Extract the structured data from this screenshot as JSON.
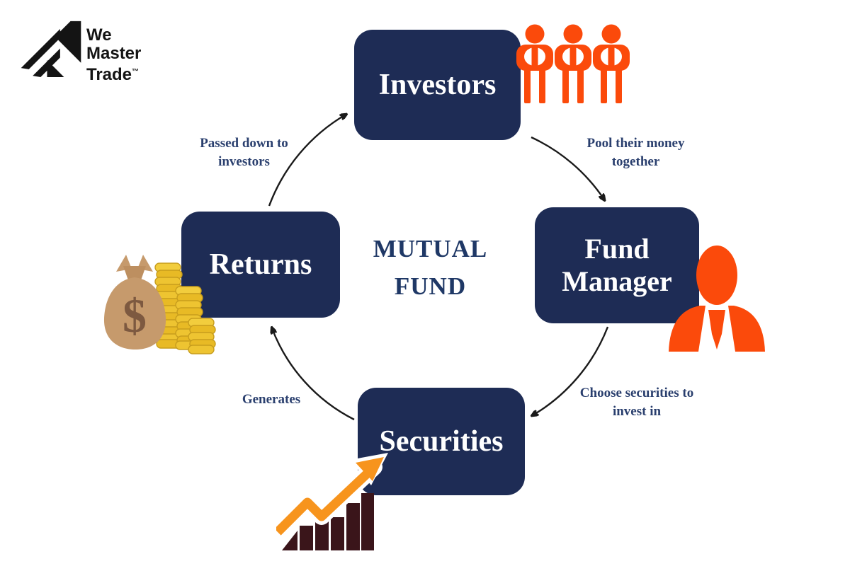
{
  "brand": {
    "name_line1": "We",
    "name_line2": "Master",
    "name_line3": "Trade",
    "trademark": "™"
  },
  "title": {
    "line1": "MUTUAL",
    "line2": "FUND"
  },
  "nodes": {
    "investors": {
      "label": "Investors"
    },
    "fund_manager": {
      "line1": "Fund",
      "line2": "Manager"
    },
    "securities": {
      "label": "Securities"
    },
    "returns": {
      "label": "Returns"
    }
  },
  "edge_labels": {
    "investors_to_fund_manager": {
      "line1": "Pool their money",
      "line2": "together"
    },
    "fund_manager_to_securities": {
      "line1": "Choose securities to",
      "line2": "invest in"
    },
    "securities_to_returns": {
      "label": "Generates"
    },
    "returns_to_investors": {
      "line1": "Passed down to",
      "line2": "investors"
    }
  },
  "icons": {
    "investors_group": "three-people-icon",
    "fund_manager": "businessman-with-tie-icon",
    "securities": "rising-bar-chart-with-arrow-icon",
    "returns": "money-bag-and-coin-stacks-icon",
    "money_bag_symbol": "$"
  },
  "colors": {
    "node_fill": "#1e2c55",
    "node_text": "#ffffff",
    "label_text": "#2a3f6e",
    "title_text": "#1f3866",
    "people_orange": "#fb4a0b",
    "arrow_amber": "#f7941d",
    "bars_maroon": "#3a151a",
    "coin_gold": "#eec431",
    "bag_tan": "#c69a6c",
    "arc_stroke": "#1a1a1a"
  }
}
